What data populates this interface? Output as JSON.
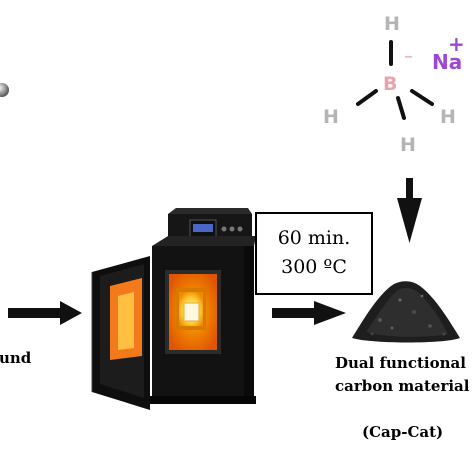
{
  "molecule": {
    "hydrogen": "H",
    "boron": "B",
    "charge_minus": "–",
    "sodium": "Na",
    "charge_plus": "+"
  },
  "conditions": {
    "time": "60 min.",
    "temperature": "300 ºC"
  },
  "left_label_fragment": "und",
  "product": {
    "line1": "Dual functional",
    "line2": "carbon material",
    "abbreviation": "(Cap-Cat)"
  },
  "colors": {
    "hydrogen": "#b4b4b4",
    "boron": "#e8a4ad",
    "sodium": "#9b48d8",
    "arrow": "#111111",
    "oven_glow": "#ff7a1a"
  }
}
